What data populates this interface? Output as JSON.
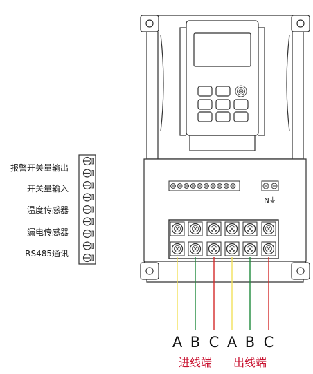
{
  "left_labels": [
    {
      "text": "报警开关量输出"
    },
    {
      "text": "开关量输入"
    },
    {
      "text": "温度传感器"
    },
    {
      "text": "漏电传感器"
    },
    {
      "text": "RS485通讯"
    }
  ],
  "n_terminal_label": "N⏚",
  "phases": [
    {
      "text": "A",
      "wire_color": "#f2e05a"
    },
    {
      "text": "B",
      "wire_color": "#1f8a3b"
    },
    {
      "text": "C",
      "wire_color": "#d42a2a"
    },
    {
      "text": "A",
      "wire_color": "#f2e05a"
    },
    {
      "text": "B",
      "wire_color": "#1f8a3b"
    },
    {
      "text": "C",
      "wire_color": "#d42a2a"
    }
  ],
  "groups": [
    {
      "text": "进线端"
    },
    {
      "text": "出线端"
    }
  ],
  "colors": {
    "accent_red": "#c8102e",
    "outline": "#333333"
  }
}
